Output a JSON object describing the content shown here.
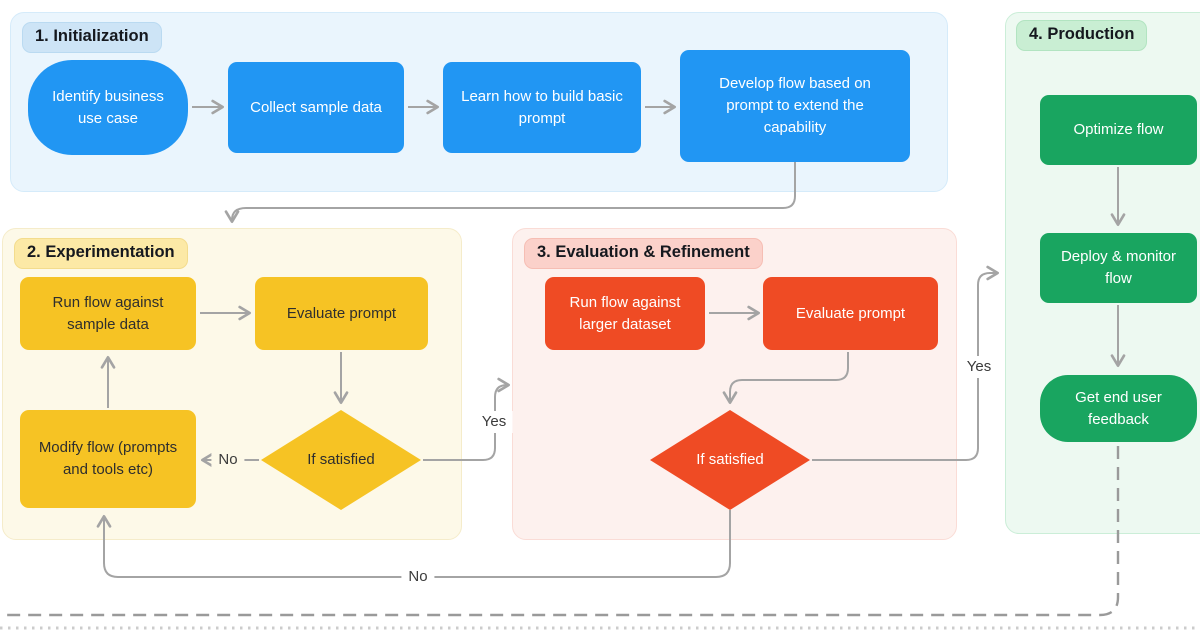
{
  "sections": [
    {
      "id": "initialization",
      "label": "1. Initialization",
      "node_color": "#2196f3",
      "panel_bg": "#eaf5fd",
      "pill_bg": "#cde4f6",
      "nodes": [
        {
          "id": "identify-business-use-case",
          "label": "Identify business use case",
          "shape": "stadium"
        },
        {
          "id": "collect-sample-data",
          "label": "Collect sample data",
          "shape": "rect"
        },
        {
          "id": "learn-how-to-build-basic-prompt",
          "label": "Learn how to build basic prompt",
          "shape": "rect"
        },
        {
          "id": "develop-flow-based-on-prompt",
          "label": "Develop flow based on prompt to extend the capability",
          "shape": "rect"
        }
      ]
    },
    {
      "id": "experimentation",
      "label": "2. Experimentation",
      "node_color": "#f6c324",
      "panel_bg": "#fdf9e8",
      "pill_bg": "#fce9a6",
      "nodes": [
        {
          "id": "run-flow-against-sample-data",
          "label": "Run flow against sample data",
          "shape": "rect"
        },
        {
          "id": "evaluate-prompt",
          "label": "Evaluate prompt",
          "shape": "rect"
        },
        {
          "id": "if-satisfied",
          "label": "If satisfied",
          "shape": "diamond"
        },
        {
          "id": "modify-flow",
          "label": "Modify flow (prompts and tools etc)",
          "shape": "rect"
        }
      ]
    },
    {
      "id": "evaluation-refinement",
      "label": "3. Evaluation & Refinement",
      "node_color": "#ef4b24",
      "panel_bg": "#fdf1ee",
      "pill_bg": "#fbd1ca",
      "nodes": [
        {
          "id": "run-flow-against-larger-dataset",
          "label": "Run flow against larger dataset",
          "shape": "rect"
        },
        {
          "id": "evaluate-prompt",
          "label": "Evaluate prompt",
          "shape": "rect"
        },
        {
          "id": "if-satisfied",
          "label": "If satisfied",
          "shape": "diamond"
        }
      ]
    },
    {
      "id": "production",
      "label": "4. Production",
      "node_color": "#19a560",
      "panel_bg": "#edf9f1",
      "pill_bg": "#c9eed3",
      "nodes": [
        {
          "id": "optimize-flow",
          "label": "Optimize flow",
          "shape": "rect"
        },
        {
          "id": "deploy-and-monitor-flow",
          "label": "Deploy & monitor flow",
          "shape": "rect"
        },
        {
          "id": "get-end-user-feedback",
          "label": "Get end user feedback",
          "shape": "stadium"
        }
      ]
    }
  ],
  "edges": {
    "yes_experimentation_to_evaluation": "Yes",
    "no_experimentation_to_modify": "No",
    "yes_evaluation_to_production": "Yes",
    "no_evaluation_to_modify": "No"
  },
  "colors": {
    "arrow": "#a4a4a4",
    "dashed_feedback_line": "#9a9a9a",
    "blue_node": "#2196f3",
    "yellow_node": "#f6c324",
    "red_node": "#ef4b24",
    "green_node": "#19a560"
  }
}
